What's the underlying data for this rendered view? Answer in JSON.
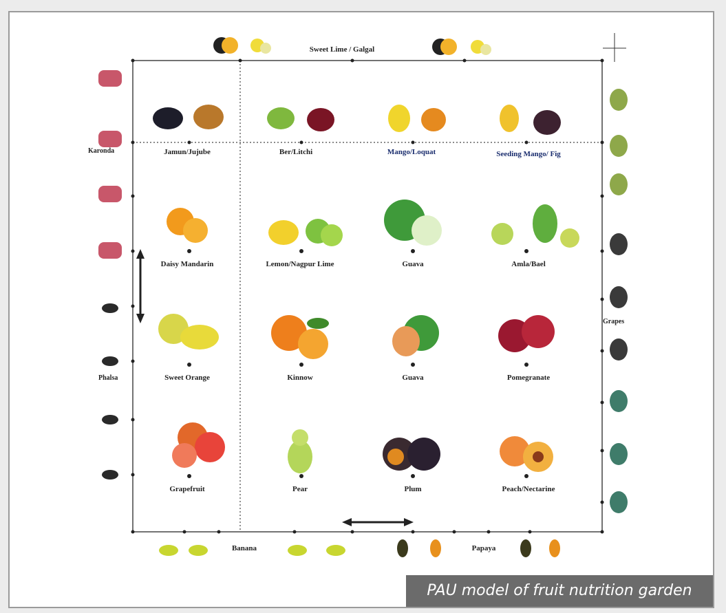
{
  "top_axis_label": "Sweet Lime / Galgal",
  "right_axis_label": "Grapes",
  "left_axis_label": "Phalsa",
  "left_top_label": "Karonda",
  "bottom_axis_labels": [
    "Banana",
    "Papaya"
  ],
  "caption": "PAU model of fruit nutrition garden",
  "top_row": [
    {
      "label": "Jamun/Jujube"
    },
    {
      "label": "Ber/Litchi"
    },
    {
      "label": "Mango/Loquat"
    },
    {
      "label": "Seeding Mango/ Fig"
    }
  ],
  "grid": [
    [
      {
        "label": "Daisy Mandarin"
      },
      {
        "label": "Lemon/Nagpur Lime"
      },
      {
        "label": "Guava"
      },
      {
        "label": "Amla/Bael"
      }
    ],
    [
      {
        "label": "Sweet Orange"
      },
      {
        "label": "Kinnow"
      },
      {
        "label": "Guava"
      },
      {
        "label": "Pomegranate"
      }
    ],
    [
      {
        "label": "Grapefruit"
      },
      {
        "label": "Pear"
      },
      {
        "label": "Plum"
      },
      {
        "label": "Peach/Nectarine"
      }
    ]
  ],
  "colors": {
    "lime": "#c8d630",
    "orange": "#f09a1c",
    "green": "#4fa83a",
    "red": "#b5172b",
    "dark": "#2a2a2a",
    "purple": "#3b2330"
  }
}
